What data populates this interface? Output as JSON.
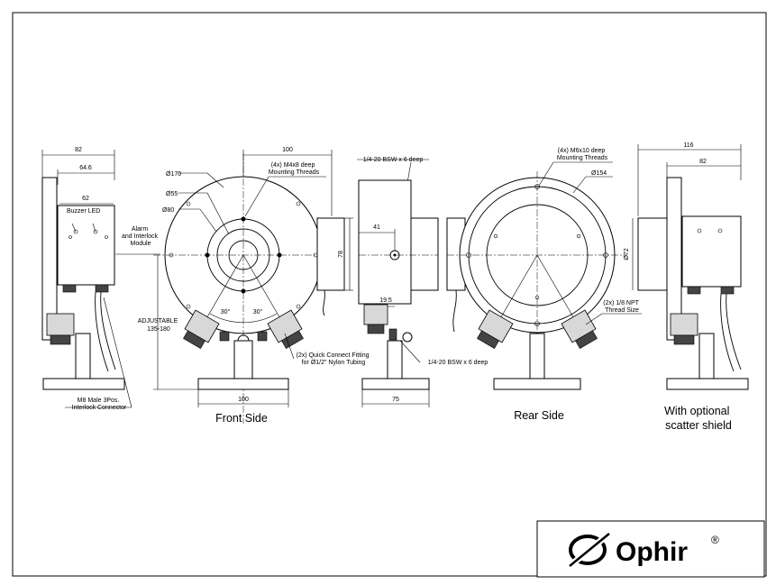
{
  "views": {
    "front": "Front Side",
    "rear": "Rear Side",
    "shield": "With optional\nscatter shield"
  },
  "dims": {
    "d82": "82",
    "d64_6": "64.6",
    "d62": "62",
    "d100_top": "100",
    "d170": "Ø170",
    "d55": "Ø55",
    "d80": "Ø80",
    "d78": "78",
    "d30a": "30°",
    "d30b": "30°",
    "adjustable": "ADJUSTABLE\n135-180",
    "d100_bottom": "100",
    "d41": "41",
    "d19_5": "19.5",
    "d75": "75",
    "d154": "Ø154",
    "d72": "Ø72",
    "d116": "116",
    "d82_right": "82"
  },
  "notes": {
    "buzzer_led": "Buzzer LED",
    "alarm": "Alarm\nand Interlock\nModule",
    "m8": "M8 Male 3Pos.\nInterlock Connector",
    "m4": "(4x) M4x8 deep\nMounting Threads",
    "qc": "(2x) Quick Connect Fitting\nfor Ø1/2\" Nylon Tubing",
    "bsw_top": "1/4-20 BSW x 6 deep",
    "bsw_bottom": "1/4-20 BSW x 6 deep",
    "m6": "(4x) M6x10 deep\nMounting Threads",
    "npt": "(2x) 1/8 NPT\nThread Size"
  },
  "logo": {
    "text": "Ophir",
    "mark": "®"
  }
}
